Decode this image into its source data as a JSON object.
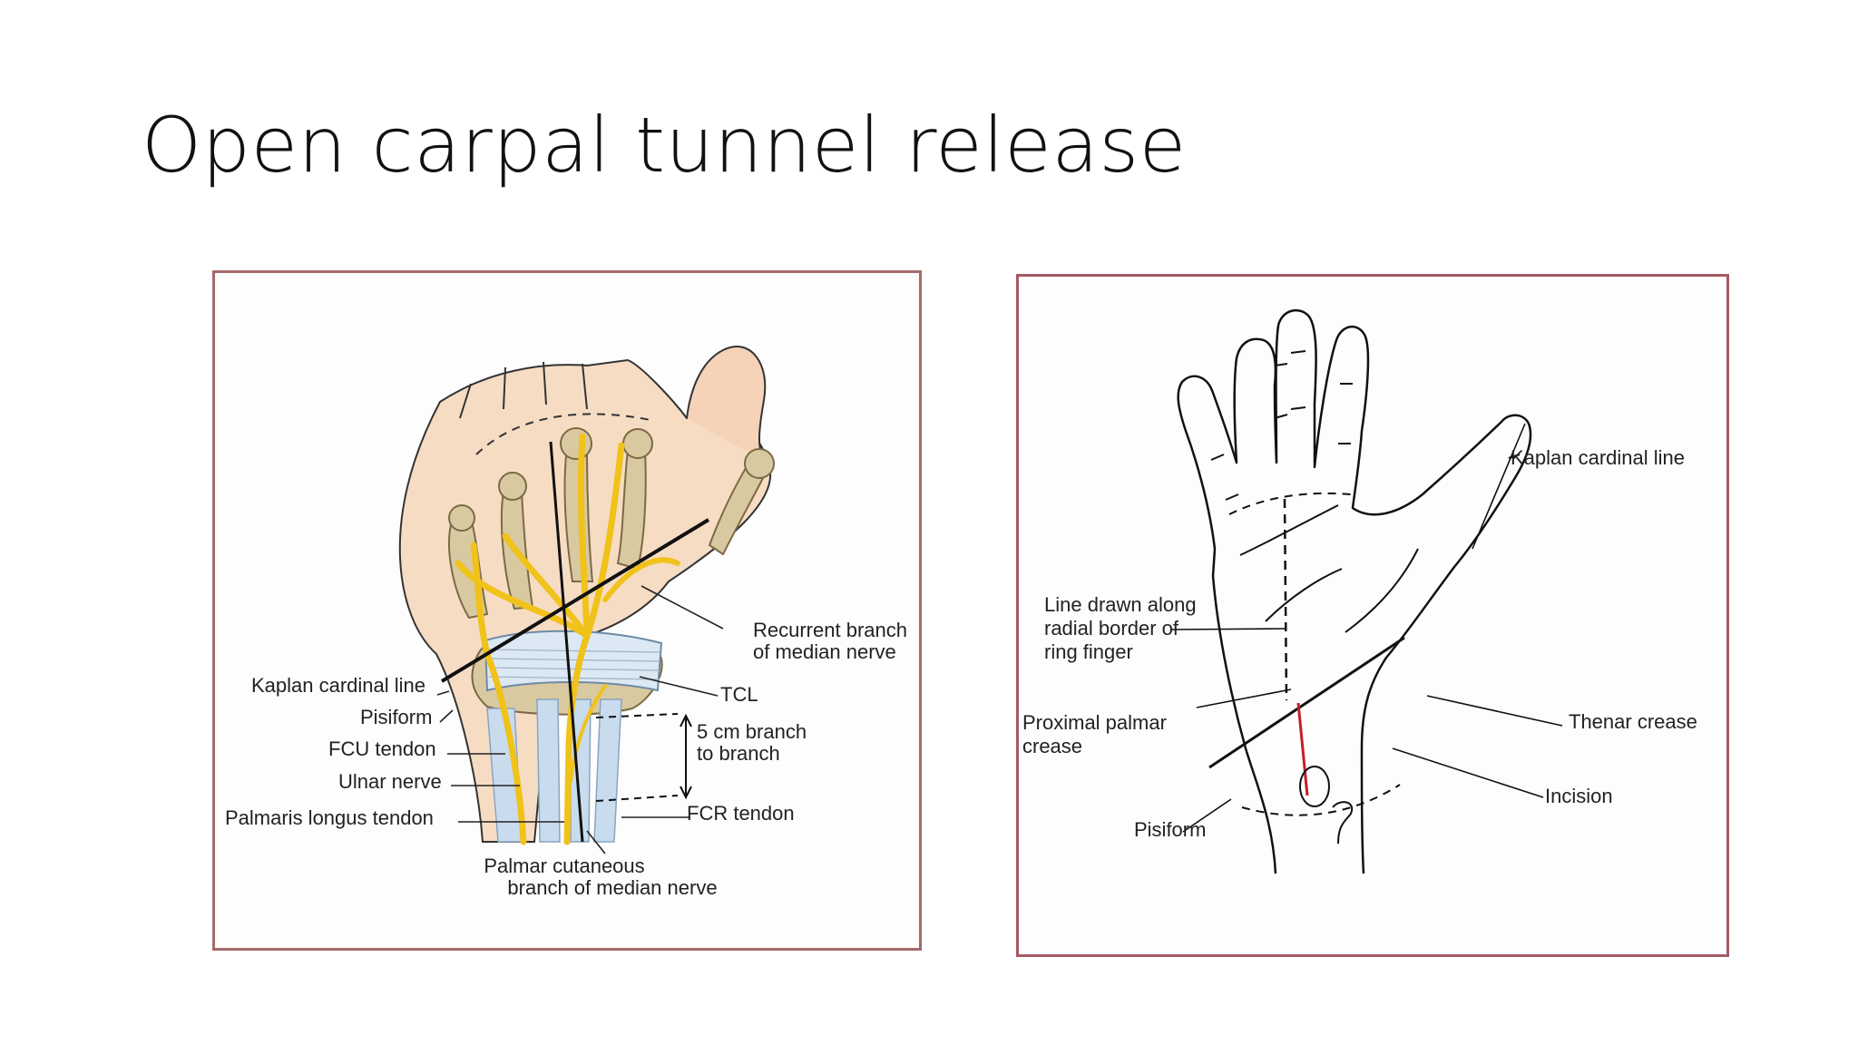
{
  "slide": {
    "title": "Open carpal tunnel release"
  },
  "left_figure": {
    "labels": {
      "recurrent_branch": [
        "Recurrent branch",
        "of median nerve"
      ],
      "kaplan": "Kaplan cardinal line",
      "tcl": "TCL",
      "pisiform": "Pisiform",
      "five_cm": [
        "5 cm branch",
        "to branch"
      ],
      "fcu": "FCU tendon",
      "ulnar": "Ulnar nerve",
      "palmaris": "Palmaris longus tendon",
      "fcr": "FCR tendon",
      "palmar_cutaneous": [
        "Palmar cutaneous",
        "branch of median nerve"
      ]
    },
    "colors": {
      "skin": "#f7dcc4",
      "bone": "#d9c9a0",
      "nerve": "#f0c21a",
      "tendon": "#c8dcee"
    }
  },
  "right_figure": {
    "labels": {
      "kaplan": "Kaplan cardinal line",
      "line_drawn": [
        "Line drawn along",
        "radial border of",
        "ring finger"
      ],
      "thenar": "Thenar crease",
      "proximal_palmar": [
        "Proximal palmar",
        "crease"
      ],
      "incision": "Incision",
      "pisiform": "Pisiform"
    },
    "colors": {
      "incision": "#c41e2a"
    }
  }
}
